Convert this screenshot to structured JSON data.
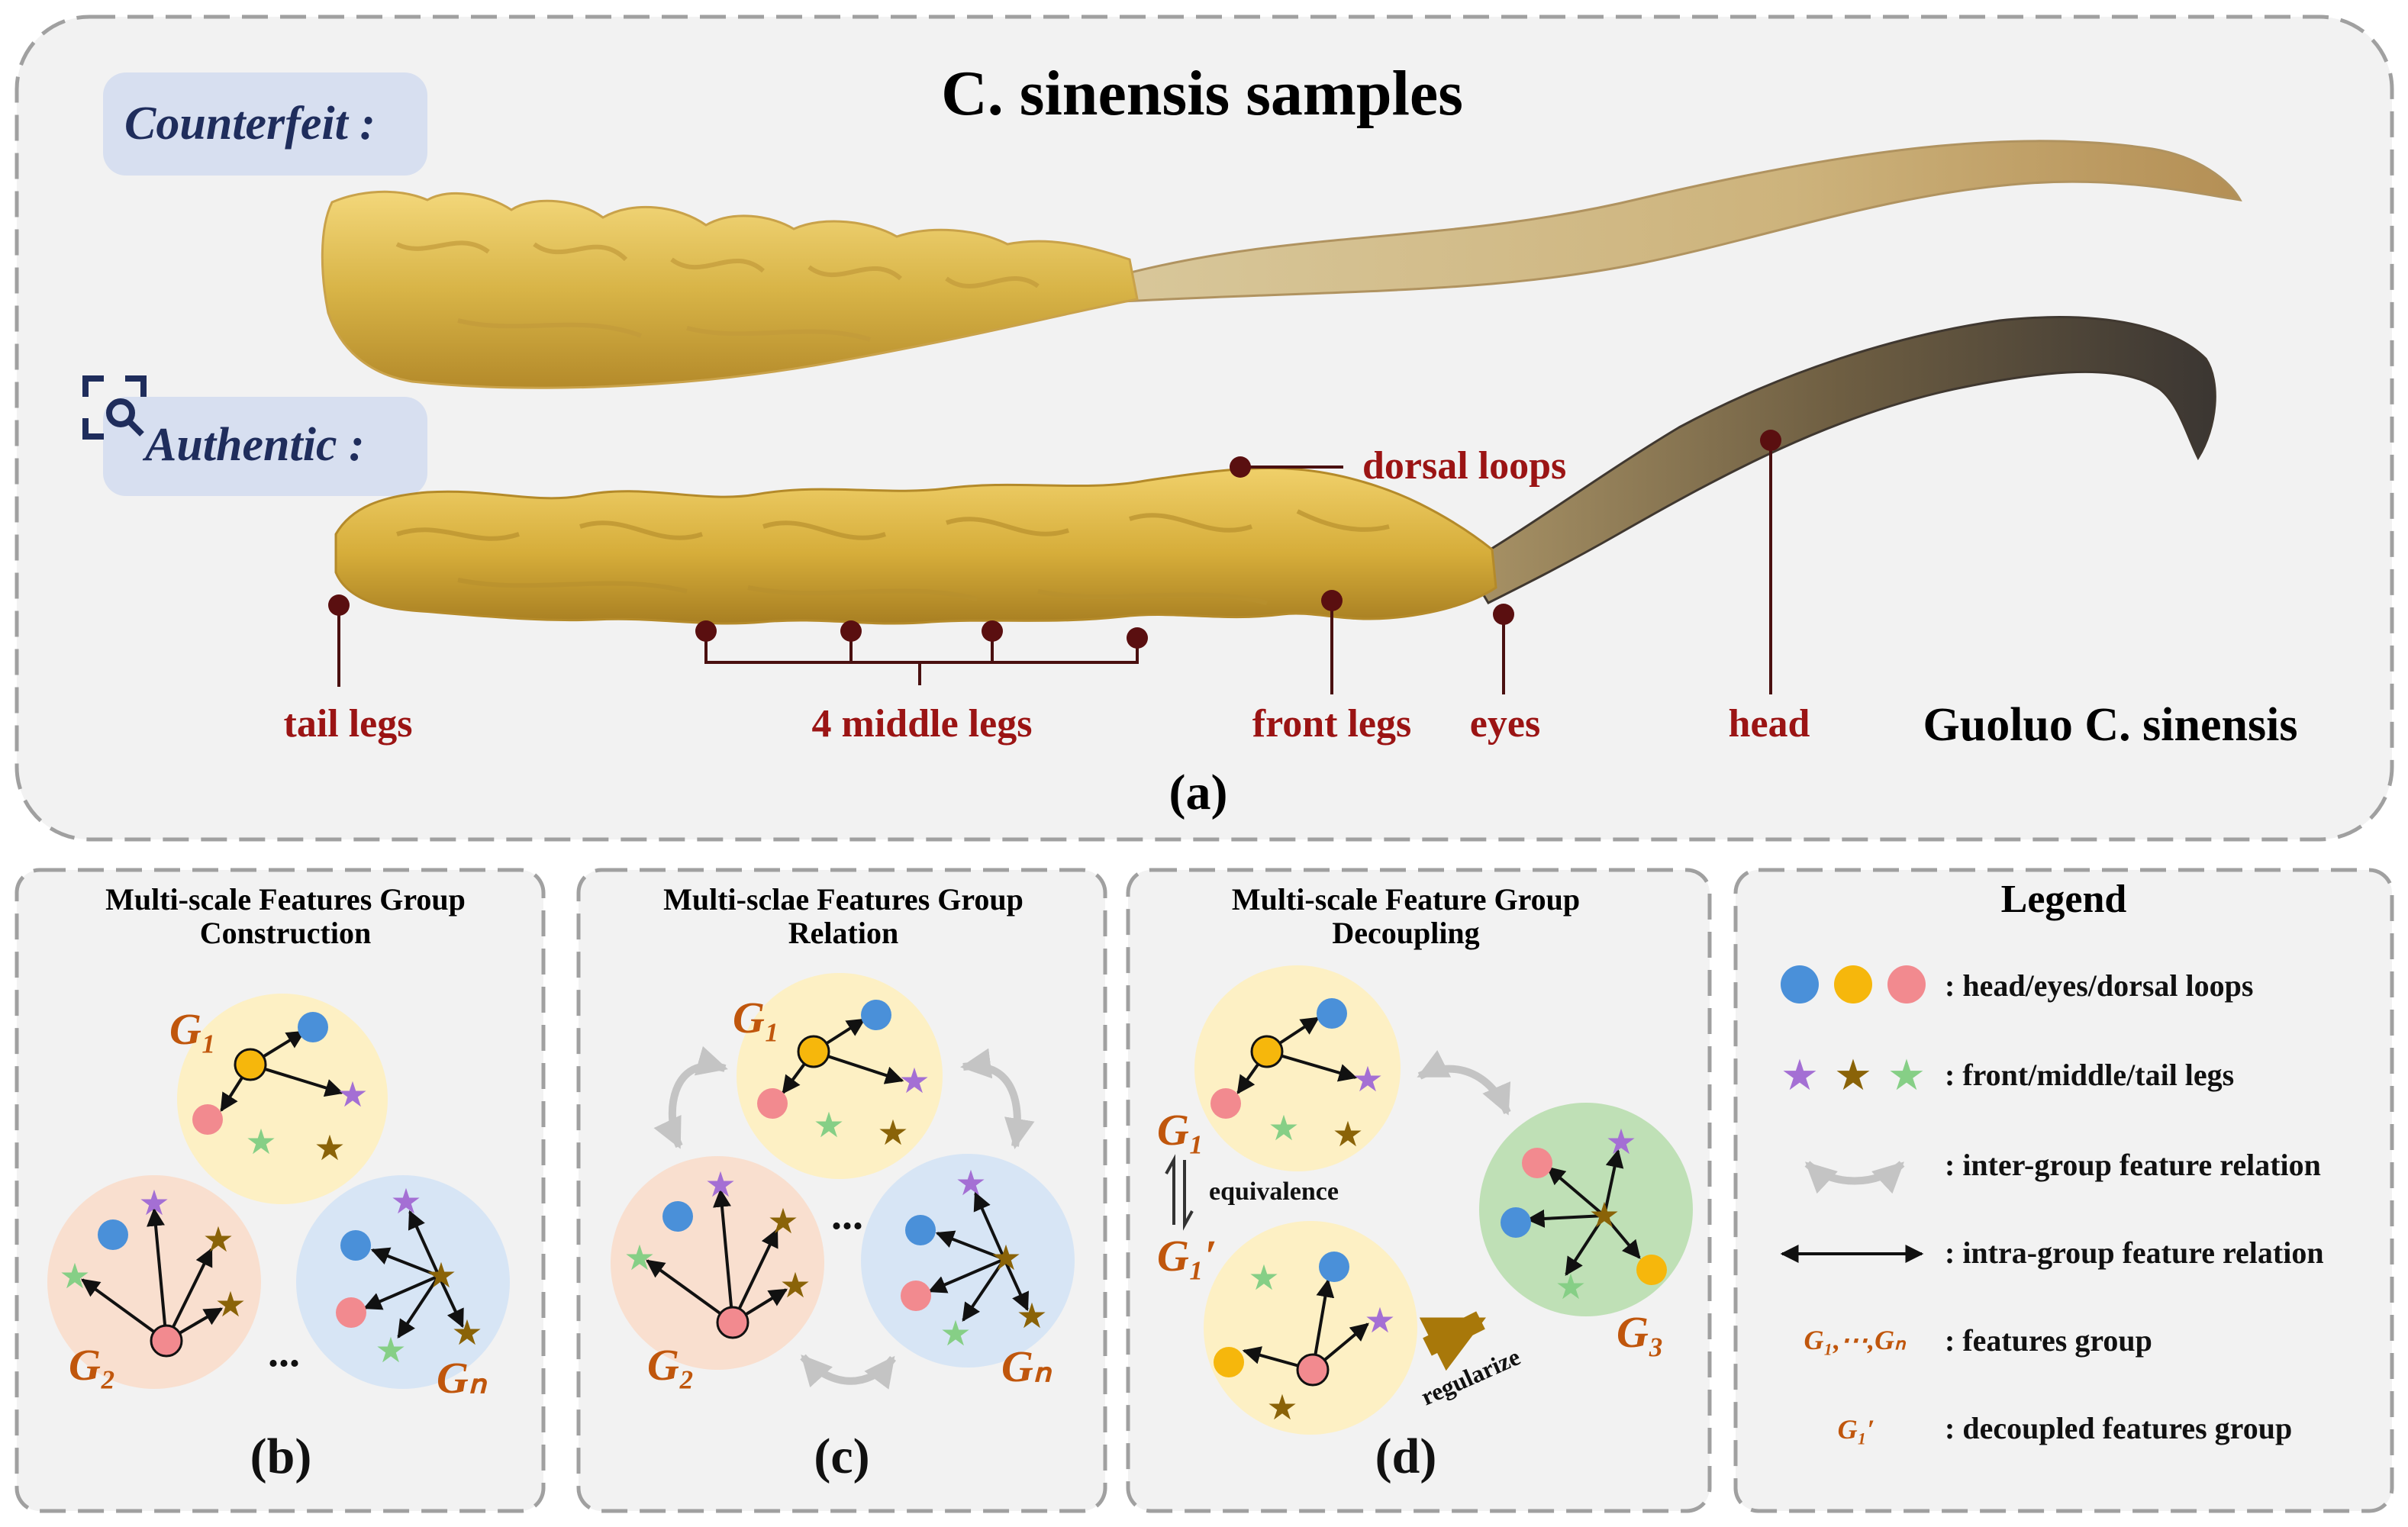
{
  "panel_a": {
    "title": "C. sinensis samples",
    "counterfeit_label": "Counterfeit :",
    "authentic_label": "Authentic :",
    "annotations": {
      "dorsal_loops": "dorsal loops",
      "tail_legs": "tail legs",
      "middle_legs": "4 middle legs",
      "front_legs": "front legs",
      "eyes": "eyes",
      "head": "head"
    },
    "species": "Guoluo C. sinensis",
    "caption": "(a)"
  },
  "panel_b": {
    "title_line1": "Multi-scale Features Group",
    "title_line2": "Construction",
    "caption": "(b)",
    "ellipsis": "..."
  },
  "panel_c": {
    "title_line1": "Multi-sclae Features Group",
    "title_line2": "Relation",
    "caption": "(c)",
    "ellipsis": "..."
  },
  "panel_d": {
    "title_line1": "Multi-scale Feature Group",
    "title_line2": "Decoupling",
    "equivalence": "equivalence",
    "regularize": "regularize",
    "caption": "(d)"
  },
  "groups": {
    "g1": "G₁",
    "g2": "G₂",
    "gn": "Gₙ",
    "g1_prime": "G₁′",
    "g3": "G₃"
  },
  "legend": {
    "title": "Legend",
    "items": [
      ": head/eyes/dorsal loops",
      ": front/middle/tail legs",
      ": inter-group feature relation",
      ": intra-group feature relation",
      ": features group",
      ": decoupled features group"
    ],
    "group_range": "G₁,⋯,Gₙ",
    "decoupled_group": "G₁′"
  },
  "colors": {
    "annotation_red": "#9b1414",
    "dark_navy": "#1f2d5c",
    "group_label": "#c0560c",
    "blue_dot": "#4a90d9",
    "yellow_dot": "#f6b70c",
    "pink_dot": "#f28a8f",
    "purple_star": "#a46fd4",
    "brown_star": "#8a6308",
    "green_star": "#86cf86",
    "yellow_group": "#fdf0c4",
    "pink_group": "#f9dfcf",
    "blue_group": "#d7e5f5",
    "green_group": "#bfe0b6"
  }
}
